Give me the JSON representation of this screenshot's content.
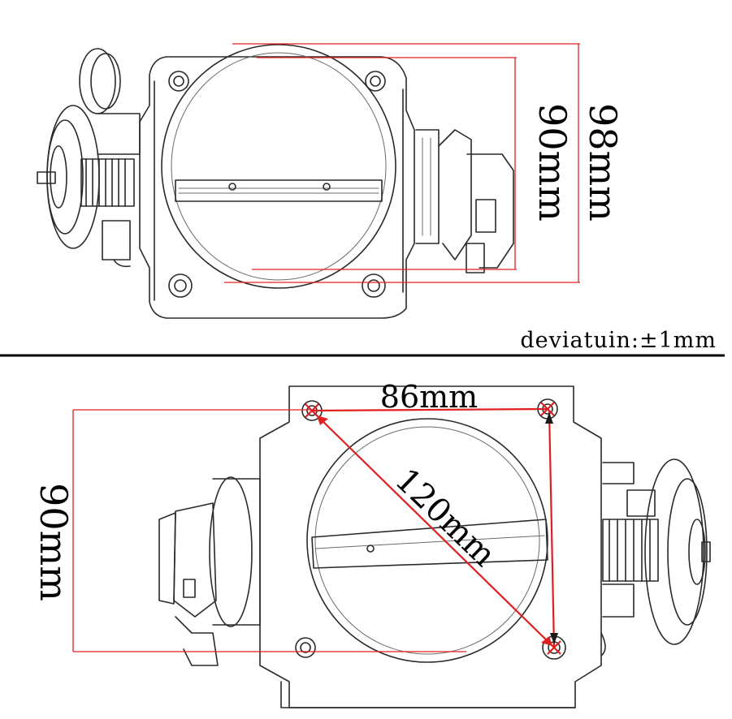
{
  "top_view": {
    "inner_bore_label": "90mm",
    "outer_flange_label": "98mm"
  },
  "divider": {
    "deviation_text": "deviatuin:±1mm"
  },
  "bottom_view": {
    "bolt_spacing_label": "86mm",
    "diagonal_label": "120mm",
    "height_label": "90mm"
  },
  "colors": {
    "dimension_line": "#e02020",
    "drawing": "#2a2a2a",
    "text": "#000000"
  }
}
